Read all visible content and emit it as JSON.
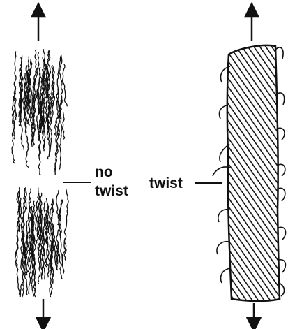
{
  "labels": {
    "no_twist_line1": "no",
    "no_twist_line2": "twist",
    "twist": "twist"
  },
  "icons": {
    "up_arrow": "arrow-up-icon",
    "down_arrow": "arrow-down-icon"
  },
  "colors": {
    "ink": "#111111",
    "background": "#ffffff"
  }
}
